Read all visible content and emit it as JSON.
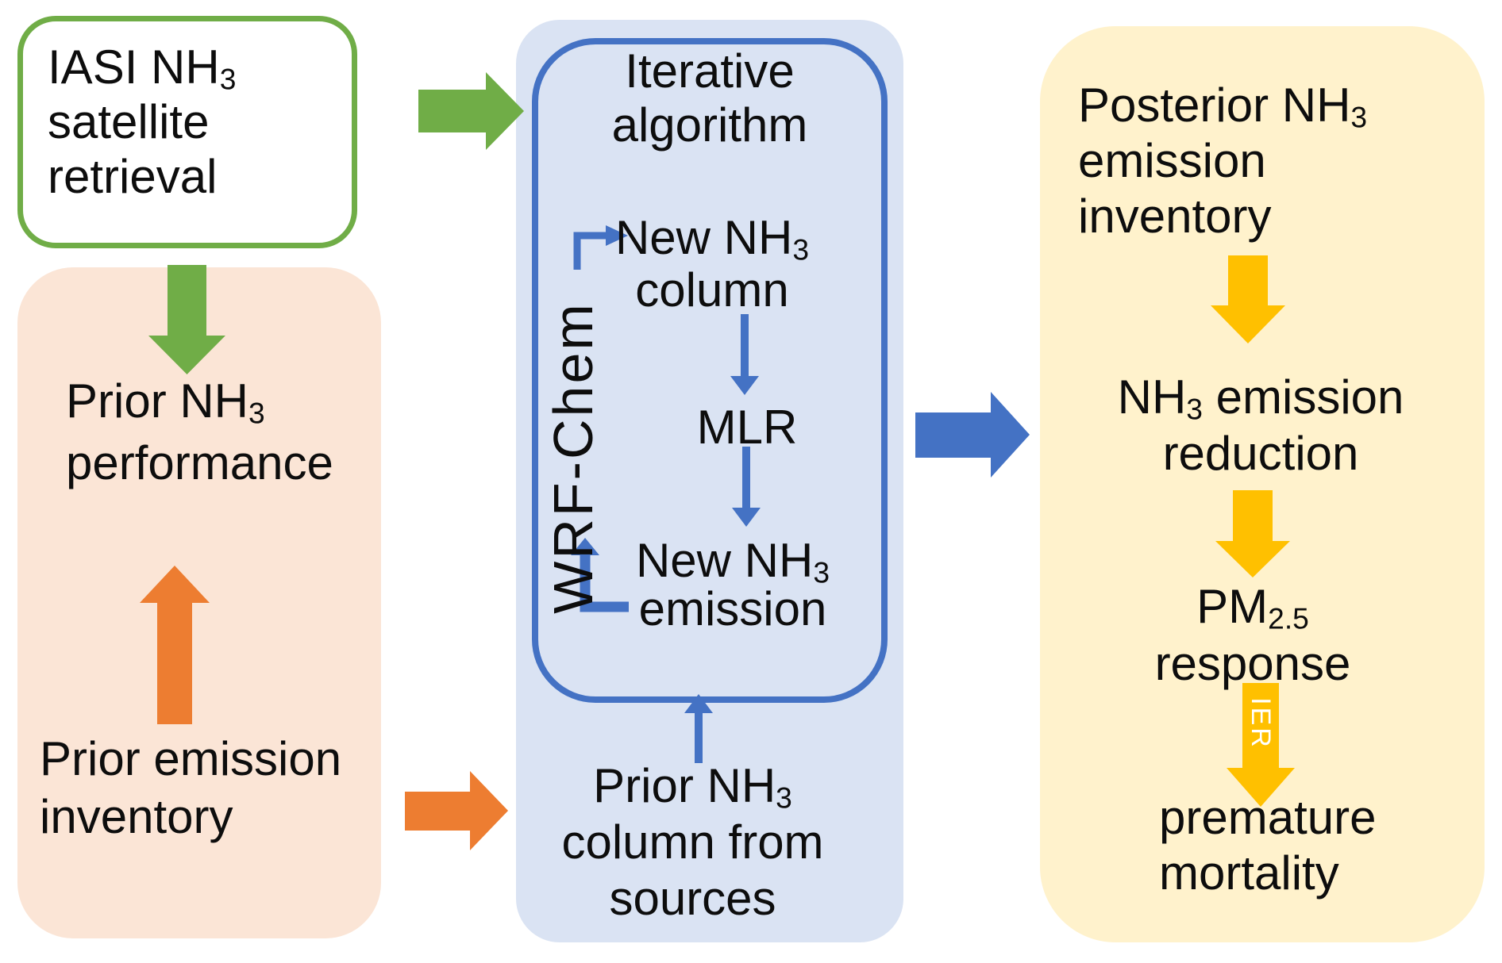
{
  "colors": {
    "green": "#70AD47",
    "orange": "#ED7D31",
    "peach_fill": "#FBE5D6",
    "blue": "#4472C4",
    "light_blue_fill": "#DAE3F3",
    "gold": "#FFC000",
    "light_yellow_fill": "#FFF2CC",
    "text": "#0D0D0D",
    "white": "#FFFFFF"
  },
  "left_column": {
    "iasi_box": {
      "line1_main": "IASI NH",
      "line1_sub": "3",
      "line2": "satellite",
      "line3": "retrieval"
    },
    "prior_performance": {
      "line1_main": "Prior NH",
      "line1_sub": "3",
      "line2": "performance"
    },
    "prior_inventory": {
      "line1": "Prior emission",
      "line2": "inventory"
    }
  },
  "middle_column": {
    "title": {
      "line1": "Iterative",
      "line2": "algorithm"
    },
    "wrf_chem_label": "WRF-Chem",
    "new_column": {
      "line1_main": "New NH",
      "line1_sub": "3",
      "line2": "column"
    },
    "mlr_label": "MLR",
    "new_emission": {
      "line1_main": "New NH",
      "line1_sub": "3",
      "line2": "emission"
    },
    "prior_column": {
      "line1_main": "Prior NH",
      "line1_sub": "3",
      "line2": "column from",
      "line3": "sources"
    }
  },
  "right_column": {
    "posterior_inventory": {
      "line1_main": "Posterior NH",
      "line1_sub": "3",
      "line2": "emission",
      "line3": "inventory"
    },
    "emission_reduction": {
      "line1_main": "NH",
      "line1_sub": "3",
      "line1_rest": " emission",
      "line2": "reduction"
    },
    "pm_response": {
      "line1_main": "PM",
      "line1_sub": "2.5",
      "line2": "response"
    },
    "ier_arrow_label": "IER",
    "premature_mortality": {
      "line1": "premature",
      "line2": "mortality"
    }
  },
  "arrows": [
    {
      "name": "green-right-arrow",
      "color": "#70AD47",
      "from": "IASI NH3 satellite retrieval",
      "to": "Iterative algorithm"
    },
    {
      "name": "green-down-arrow",
      "color": "#70AD47",
      "from": "IASI NH3 satellite retrieval",
      "to": "Prior NH3 performance"
    },
    {
      "name": "orange-up-arrow",
      "color": "#ED7D31",
      "from": "Prior emission inventory",
      "to": "Prior NH3 performance"
    },
    {
      "name": "orange-right-arrow",
      "color": "#ED7D31",
      "from": "Prior emission inventory",
      "to": "Prior NH3 column from sources"
    },
    {
      "name": "blue-right-arrow",
      "color": "#4472C4",
      "from": "Iterative algorithm",
      "to": "NH3 emission reduction"
    },
    {
      "name": "loop-connector-wrfchem-to-new-column",
      "color": "#4472C4",
      "from": "WRF-Chem",
      "to": "New NH3 column"
    },
    {
      "name": "loop-connector-new-column-to-mlr",
      "color": "#4472C4",
      "from": "New NH3 column",
      "to": "MLR"
    },
    {
      "name": "loop-connector-mlr-to-new-emission",
      "color": "#4472C4",
      "from": "MLR",
      "to": "New NH3 emission"
    },
    {
      "name": "loop-connector-new-emission-to-wrfchem",
      "color": "#4472C4",
      "from": "New NH3 emission",
      "to": "WRF-Chem"
    },
    {
      "name": "prior-column-up-connector",
      "color": "#4472C4",
      "from": "Prior NH3 column from sources",
      "to": "Iterative algorithm loop"
    },
    {
      "name": "gold-down-arrow-1",
      "color": "#FFC000",
      "from": "Posterior NH3 emission inventory",
      "to": "NH3 emission reduction"
    },
    {
      "name": "gold-down-arrow-2",
      "color": "#FFC000",
      "from": "NH3 emission reduction",
      "to": "PM2.5 response"
    },
    {
      "name": "gold-down-arrow-ier",
      "color": "#FFC000",
      "label": "IER",
      "from": "PM2.5 response",
      "to": "premature mortality"
    }
  ]
}
